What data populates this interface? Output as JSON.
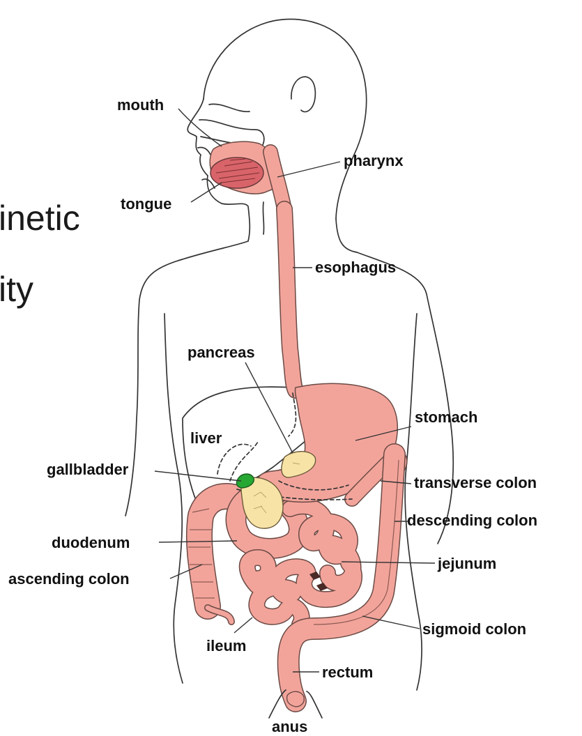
{
  "background_text": {
    "line1": "inetic",
    "line2": "ity"
  },
  "labels": {
    "mouth": "mouth",
    "pharynx": "pharynx",
    "tongue": "tongue",
    "esophagus": "esophagus",
    "pancreas": "pancreas",
    "stomach": "stomach",
    "liver": "liver",
    "gallbladder": "gallbladder",
    "transverse_colon": "transverse colon",
    "descending_colon": "descending colon",
    "duodenum": "duodenum",
    "jejunum": "jejunum",
    "ascending_colon": "ascending colon",
    "sigmoid_colon": "sigmoid colon",
    "ileum": "ileum",
    "rectum": "rectum",
    "anus": "anus"
  },
  "colors": {
    "tract": "#f2a49b",
    "tract_dark": "#d77d74",
    "tongue": "#d8646a",
    "pancreas": "#f7e3a6",
    "gallbladder": "#26a832",
    "outline": "#333333"
  }
}
